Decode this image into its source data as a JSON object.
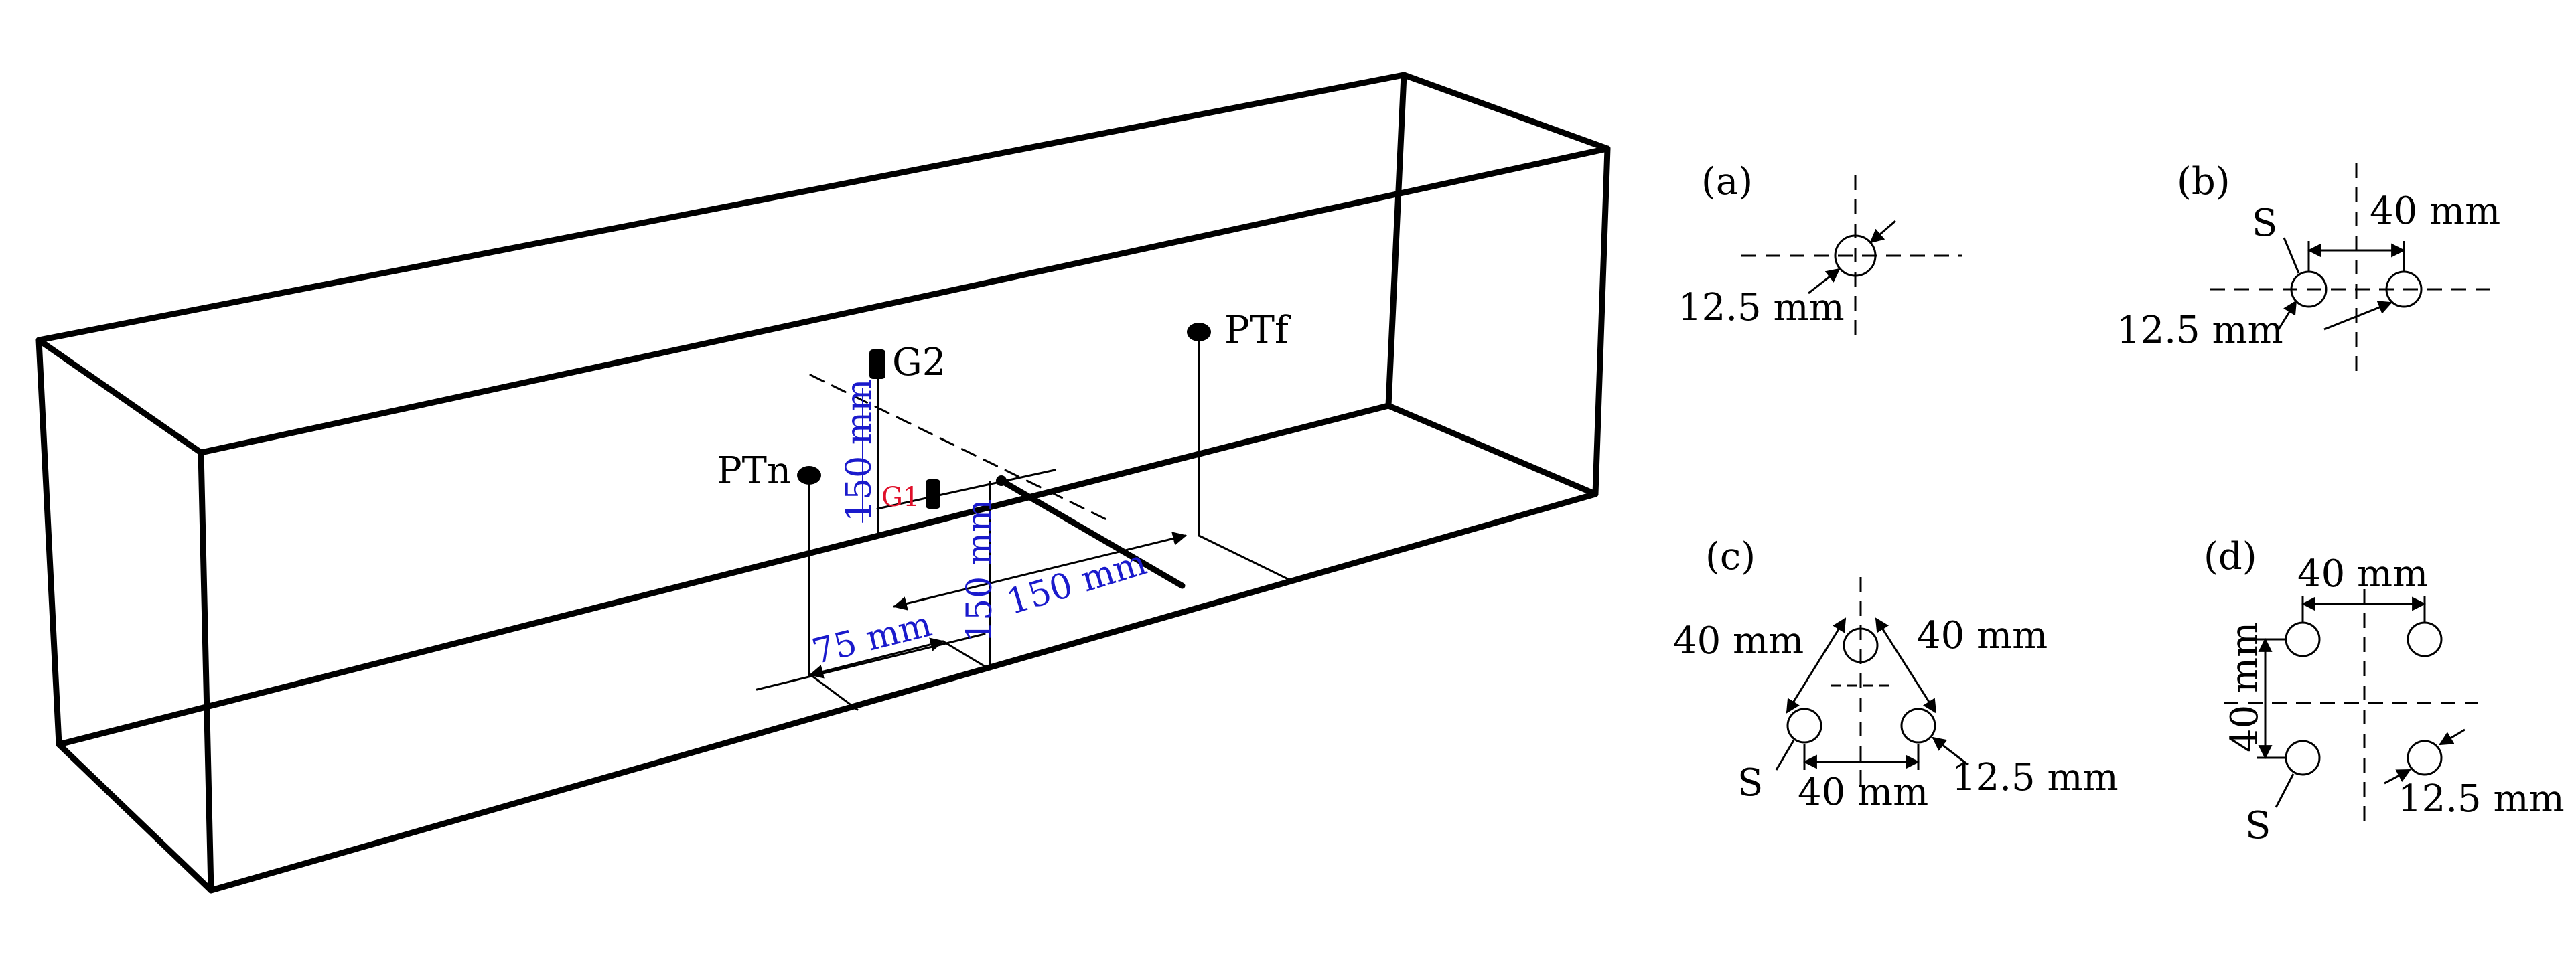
{
  "colors": {
    "ink": "#000000",
    "dimension_blue": "#1a1acc",
    "gauge_red": "#e0102a"
  },
  "main": {
    "gauges": {
      "g1": "G1",
      "g2": "G2"
    },
    "probes": {
      "near": "PTn",
      "far": "PTf"
    },
    "dims": {
      "g2_height": "150 mm",
      "g1_height": "150 mm",
      "span": "150 mm",
      "offset": "75 mm"
    }
  },
  "panels": {
    "a": {
      "label": "(a)",
      "diameter": "12.5 mm"
    },
    "b": {
      "label": "(b)",
      "spacing": "40 mm",
      "source": "S",
      "diameter": "12.5 mm"
    },
    "c": {
      "label": "(c)",
      "side_left": "40 mm",
      "side_right": "40 mm",
      "base": "40 mm",
      "source": "S",
      "diameter": "12.5 mm"
    },
    "d": {
      "label": "(d)",
      "top": "40 mm",
      "side": "40 mm",
      "source": "S",
      "diameter": "12.5 mm"
    }
  }
}
